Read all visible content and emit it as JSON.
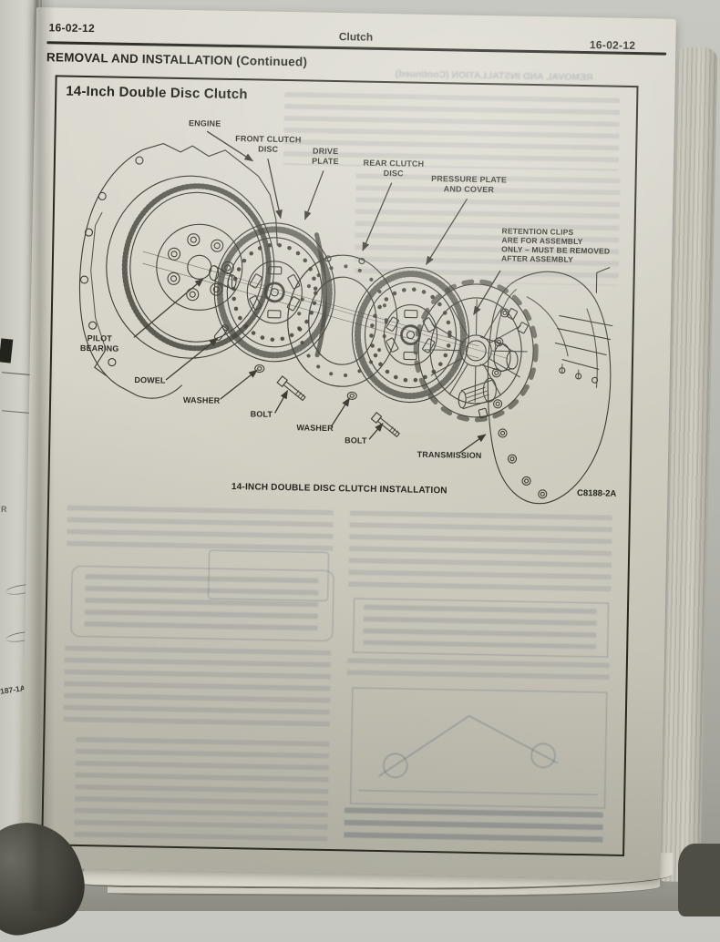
{
  "photo": {
    "left_page": {
      "edge_letter": "R",
      "margin_code": "187-1A"
    },
    "page": {
      "header": {
        "left_code": "16-02-12",
        "title": "Clutch",
        "right_code": "16-02-12"
      },
      "section_heading": "REMOVAL AND INSTALLATION (Continued)",
      "ghost_mirrored_heading": "REMOVAL AND INSTALLATION (Continued)",
      "figure": {
        "title": "14-Inch Double Disc Clutch",
        "caption": "14-INCH DOUBLE DISC CLUTCH INSTALLATION",
        "figure_code": "C8188-2A",
        "labels": {
          "engine": "ENGINE",
          "front_clutch_disc": "FRONT CLUTCH\nDISC",
          "drive_plate": "DRIVE\nPLATE",
          "rear_clutch_disc": "REAR CLUTCH\nDISC",
          "pressure_plate": "PRESSURE PLATE\nAND COVER",
          "retention_clips": "RETENTION CLIPS\nARE FOR ASSEMBLY\nONLY – MUST BE REMOVED\nAFTER ASSEMBLY",
          "pilot_bearing": "PILOT\nBEARING",
          "dowel": "DOWEL",
          "washer_1": "WASHER",
          "bolt_1": "BOLT",
          "washer_2": "WASHER",
          "bolt_2": "BOLT",
          "transmission": "TRANSMISSION"
        }
      }
    },
    "colors": {
      "paper": "#d6d4c8",
      "ink": "#28281f",
      "ghost_ink": "#8b91a1",
      "surround": "#b4b4ae"
    }
  }
}
